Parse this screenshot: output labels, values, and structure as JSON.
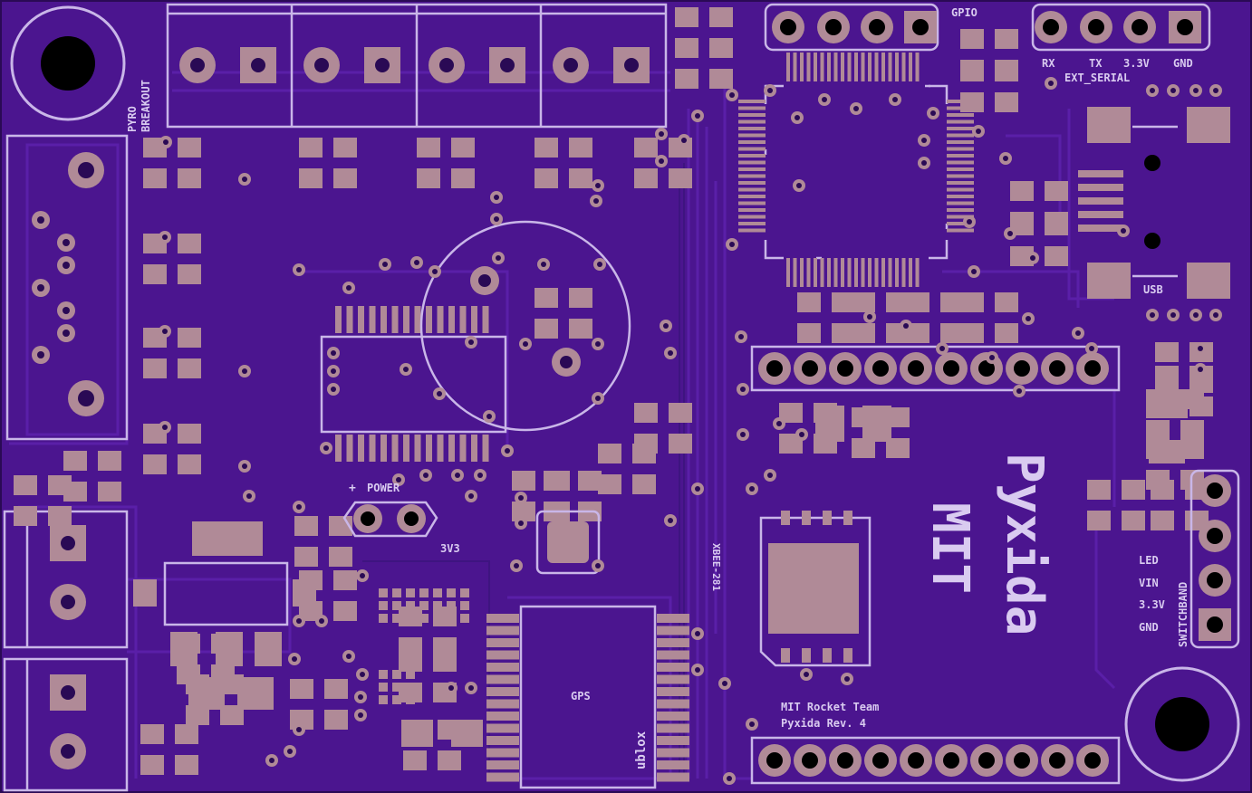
{
  "colors": {
    "board": "#4b158f",
    "board_edge": "#2a0a55",
    "pad": "#b08a97",
    "silk": "#c9b6e8",
    "trace": "#5a1fa8"
  },
  "labels": {
    "pyro_breakout": [
      "PYRO",
      "BREAKOUT"
    ],
    "gpio": "GPIO",
    "ext_serial": "EXT_SERIAL",
    "serial_pins": [
      "RX",
      "TX",
      "3.3V",
      "GND"
    ],
    "usb": "USB",
    "power": "POWER",
    "v3v3": "3V3",
    "gps": "GPS",
    "ublox": "ublox",
    "xbee": "XBEE-281",
    "brand_mit": "MIT",
    "brand_pyxida": "Pyxida",
    "team_line1": "MIT Rocket Team",
    "team_line2": "Pyxida Rev. 4",
    "switchband_pins": [
      "LED",
      "VIN",
      "3.3V",
      "GND"
    ],
    "switchband": "SWITCHBAND"
  }
}
